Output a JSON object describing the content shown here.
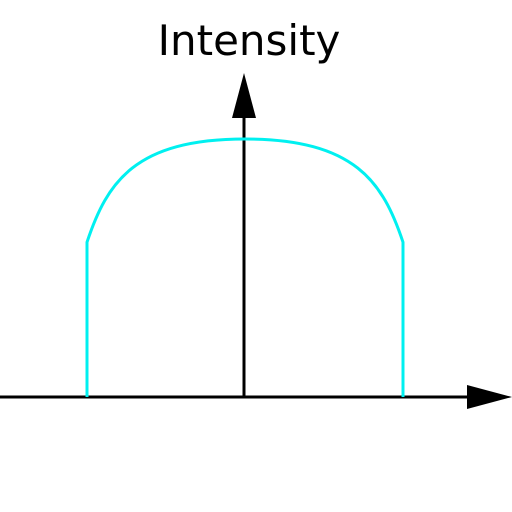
{
  "labels": {
    "y_axis": "Intensity"
  },
  "colors": {
    "curve": "#00f0f0",
    "axes": "#000000"
  },
  "profile": {
    "shape": "truncated-dome",
    "edge_level_fraction": 0.6,
    "peak_level_fraction": 1.0
  }
}
